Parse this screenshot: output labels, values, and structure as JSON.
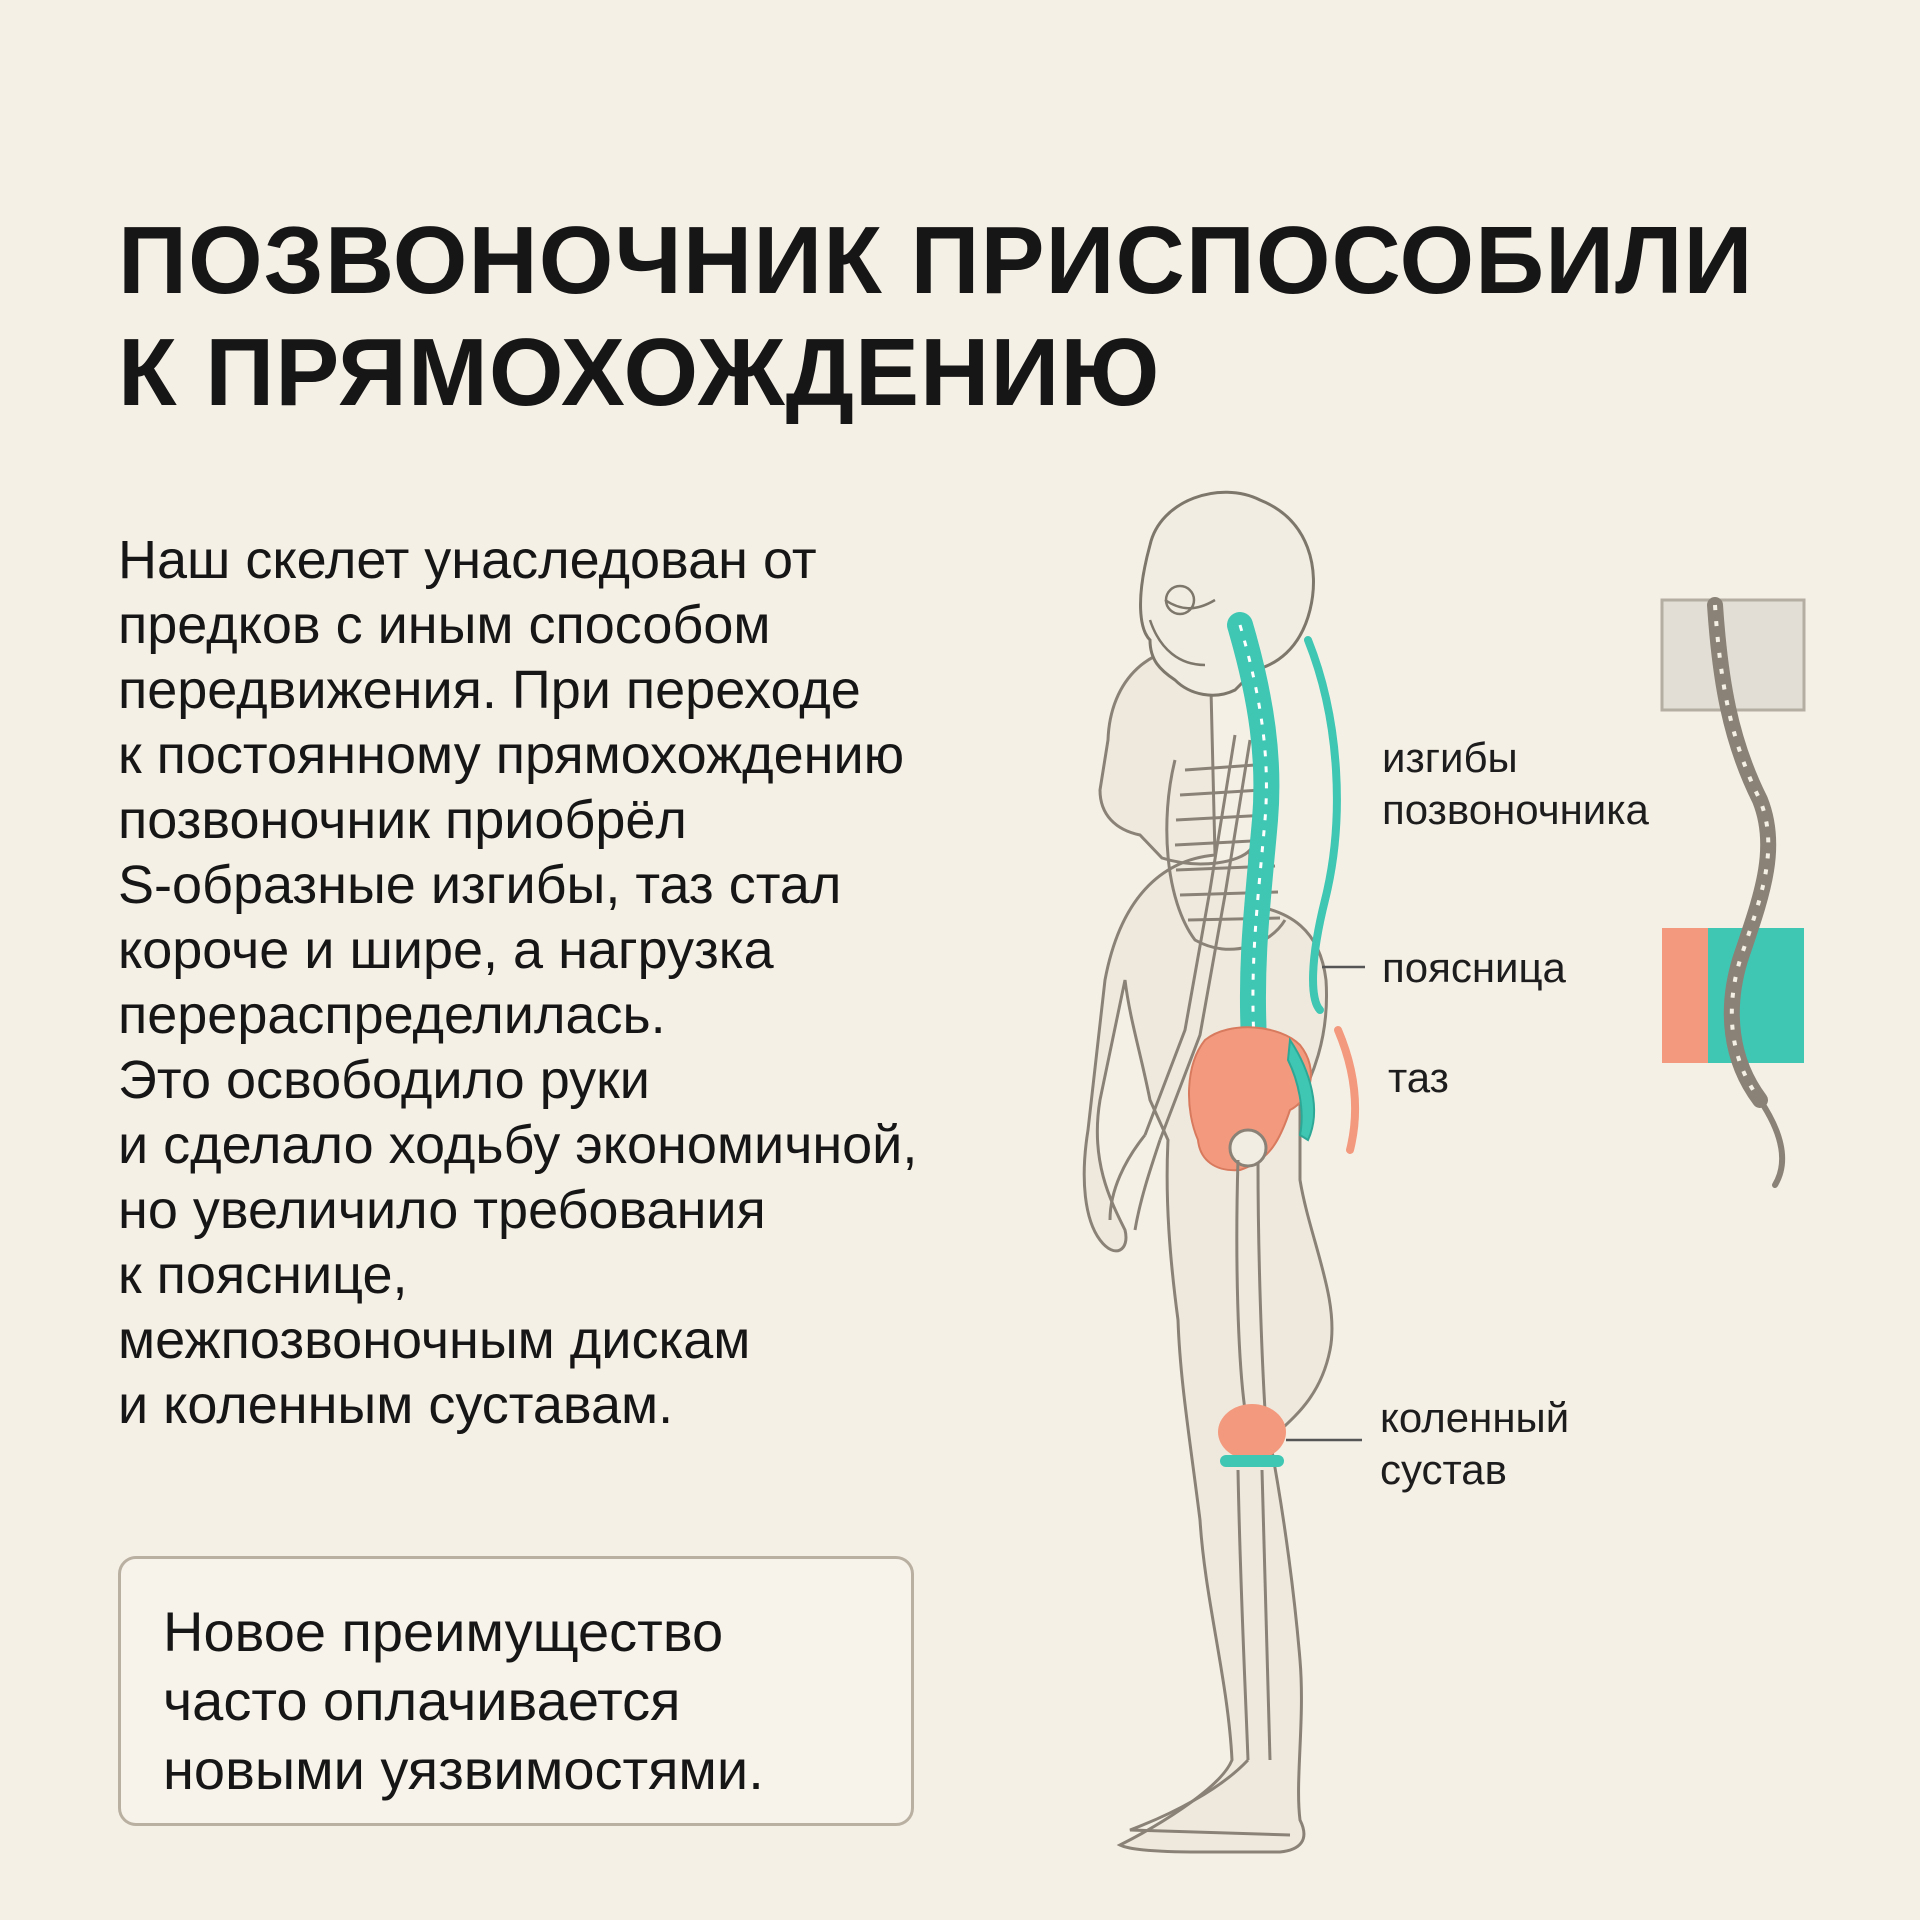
{
  "title": {
    "line1": "ПОЗВОНОЧНИК ПРИСПОСОБИЛИ",
    "line2": "К ПРЯМОХОЖДЕНИЮ"
  },
  "body": {
    "lines": [
      "Наш скелет унаследован от",
      "предков с иным способом",
      "передвижения. При переходе",
      "к постоянному прямохождению",
      "позвоночник приобрёл",
      "S-образные изгибы, таз стал",
      "короче и шире, а нагрузка",
      "перераспределилась.",
      "Это освободило руки",
      "и сделало ходьбу экономичной,",
      "но увеличило требования",
      "к пояснице,",
      "межпозвоночным дискам",
      "и коленным суставам."
    ]
  },
  "note": {
    "lines": [
      "Новое преимущество",
      "часто оплачивается",
      "новыми уязвимостями."
    ]
  },
  "labels": {
    "spine_curves_1": "изгибы",
    "spine_curves_2": "позвоночника",
    "lumbar": "поясница",
    "pelvis": "таз",
    "knee_1": "коленный",
    "knee_2": "сустав"
  },
  "icons": {
    "skeleton": "human-skeleton-side-view-icon",
    "spine_detail": "spine-detail-icon"
  },
  "colors": {
    "background": "#f5f0e6",
    "teal": "#3fc7b4",
    "coral": "#f39a7e",
    "outline": "#8a8276"
  }
}
